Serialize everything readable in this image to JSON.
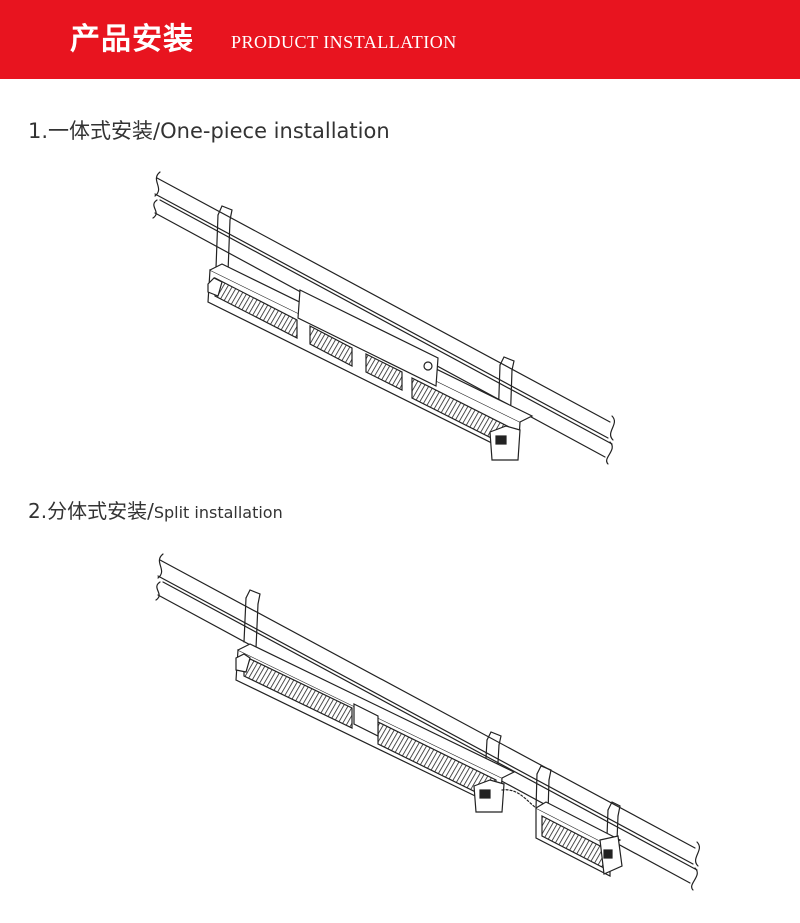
{
  "banner": {
    "title_cn": "产品安装",
    "title_en": "PRODUCT INSTALLATION",
    "background": "#e8141f"
  },
  "sections": [
    {
      "cn": "1.一体式安装/",
      "en": "One-piece installation"
    },
    {
      "cn": "2.分体式安装/",
      "en": "Split installation"
    }
  ]
}
